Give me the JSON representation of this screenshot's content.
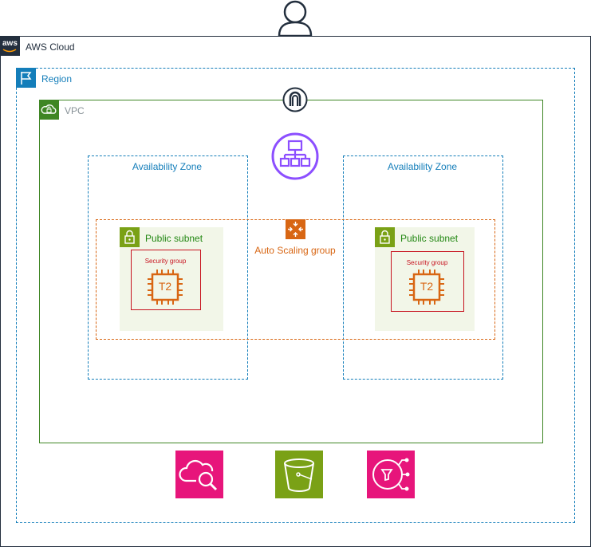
{
  "diagram": {
    "cloud": {
      "label": "AWS Cloud",
      "badge_text": "aws"
    },
    "region": {
      "label": "Region"
    },
    "vpc": {
      "label": "VPC"
    },
    "availability_zones": [
      {
        "label": "Availability Zone"
      },
      {
        "label": "Availability Zone"
      }
    ],
    "auto_scaling_group": {
      "label": "Auto Scaling group"
    },
    "public_subnets": [
      {
        "label": "Public subnet",
        "security_group": {
          "label": "Security group"
        },
        "instance": {
          "label": "T2"
        }
      },
      {
        "label": "Public subnet",
        "security_group": {
          "label": "Security group"
        },
        "instance": {
          "label": "T2"
        }
      }
    ],
    "icons": {
      "user": "user-icon",
      "internet_gateway": "internet-gateway-icon",
      "load_balancer": "load-balancer-icon",
      "cloudwatch": "cloudwatch-icon",
      "s3": "s3-bucket-icon",
      "sns": "sns-icon"
    },
    "colors": {
      "cloud_border": "#232f3e",
      "region": "#147eba",
      "vpc": "#3f8624",
      "availability_zone": "#147eba",
      "auto_scaling": "#d86613",
      "subnet_fill": "#f2f6e8",
      "subnet_text": "#248814",
      "security_group": "#c7131f",
      "elb": "#8c4fff",
      "cloudwatch": "#e7157b",
      "s3": "#7aa116",
      "sns": "#e7157b"
    }
  }
}
